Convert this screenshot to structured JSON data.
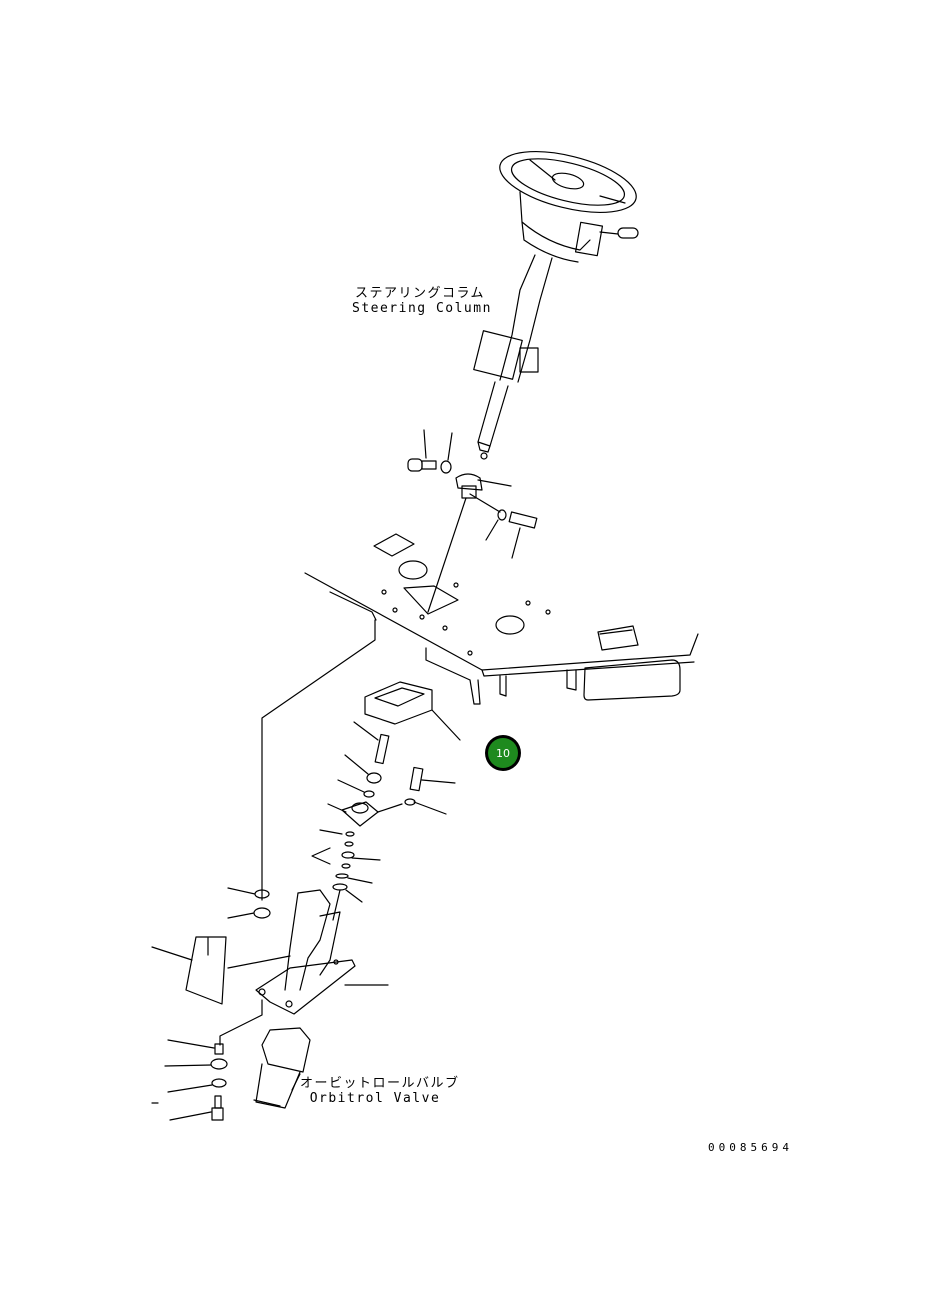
{
  "diagram": {
    "type": "exploded-parts-diagram",
    "labels": {
      "steering_column": {
        "jp": "ステアリングコラム",
        "en": "Steering Column"
      },
      "orbitrol_valve": {
        "jp": "オービットロールバルブ",
        "en": "Orbitrol Valve"
      }
    },
    "callout": {
      "number": "10",
      "fill": "#1e8a1e",
      "ring": "#000000",
      "text_color": "#ffffff"
    },
    "document_number": "00085694",
    "colors": {
      "background": "#ffffff",
      "line": "#000000"
    }
  }
}
